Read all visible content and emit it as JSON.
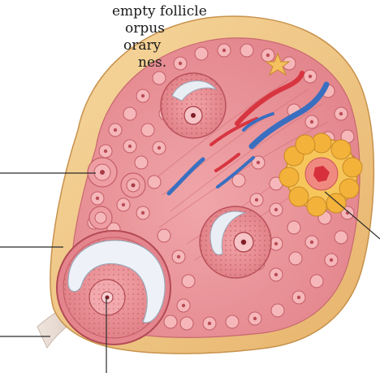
{
  "caption": {
    "lines": [
      "empty follicle",
      "orpus",
      "orary",
      "nes."
    ]
  },
  "colors": {
    "tissue": "#e9959a",
    "capsule": "#f0c98a",
    "cell": "#f4b0b4",
    "artery": "#d73540",
    "vein": "#3a6fc0",
    "corpus_luteum": "#f3b23a",
    "leader_line": "#2b2b2b"
  },
  "icons": {
    "leaders": [
      "leader-line-1",
      "leader-line-2",
      "leader-line-3",
      "leader-line-4",
      "leader-line-5"
    ]
  }
}
